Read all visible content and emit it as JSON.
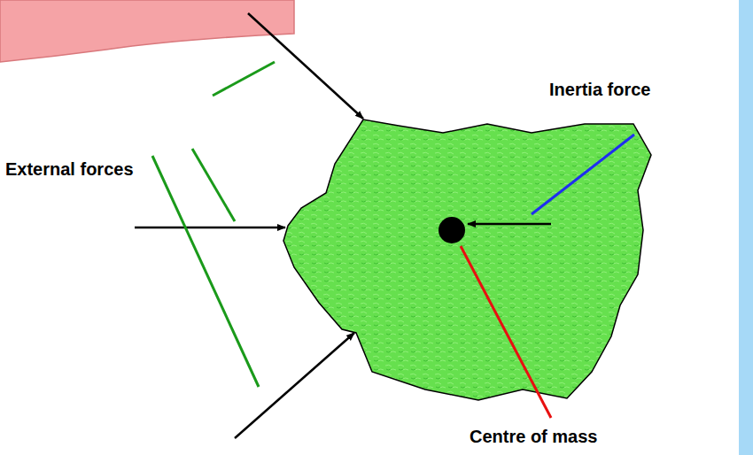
{
  "diagram": {
    "labels": [
      "External forces",
      "Inertia force",
      "Centre of mass"
    ]
  }
}
